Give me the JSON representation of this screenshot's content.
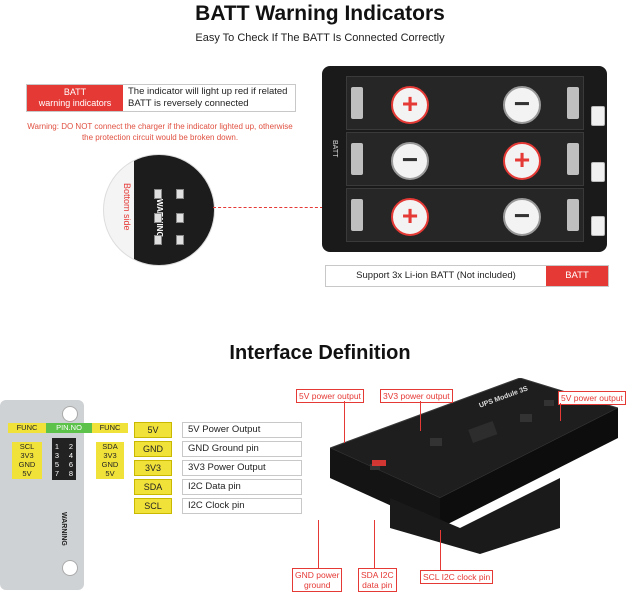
{
  "section1": {
    "title": "BATT Warning Indicators",
    "subtitle": "Easy To Check If The BATT Is Connected Correctly",
    "warning_box": {
      "label": "BATT\nwarning indicators",
      "text": "The indicator will light up red if related BATT is reversely connected"
    },
    "warning_note": "Warning: DO NOT connect the charger if the indicator lighted up, otherwise the protection circuit would be broken down.",
    "zoom_labels": {
      "side": "Bottom side",
      "warning": "WARNING"
    },
    "board_silk": {
      "batt_label": "BATT"
    },
    "support_bar": {
      "text": "Support 3x  Li-ion BATT (Not included)",
      "tag": "BATT"
    }
  },
  "section2": {
    "title": "Interface Definition",
    "header_pins": {
      "func_left": "FUNC",
      "pin_no": "PIN.NO",
      "func_right": "FUNC",
      "rows": [
        {
          "left": "SCL",
          "a": "1",
          "b": "2",
          "right": "SDA"
        },
        {
          "left": "3V3",
          "a": "3",
          "b": "4",
          "right": "3V3"
        },
        {
          "left": "GND",
          "a": "5",
          "b": "6",
          "right": "GND"
        },
        {
          "left": "5V",
          "a": "7",
          "b": "8",
          "right": "5V"
        }
      ],
      "board_warning": "WARNING"
    },
    "pin_table": [
      {
        "name": "5V",
        "desc": "5V Power Output"
      },
      {
        "name": "GND",
        "desc": "GND Ground pin"
      },
      {
        "name": "3V3",
        "desc": "3V3 Power Output"
      },
      {
        "name": "SDA",
        "desc": "I2C Data pin"
      },
      {
        "name": "SCL",
        "desc": "I2C Clock pin"
      }
    ],
    "ups_board_label": "UPS Module 3S",
    "callouts": {
      "v5_left": "5V power output",
      "v33": "3V3 power output",
      "v5_right": "5V power output",
      "gnd": "GND power\nground",
      "sda": "SDA I2C\ndata pin",
      "scl": "SCL I2C clock pin"
    }
  },
  "colors": {
    "accent_red": "#e53935",
    "pin_yellow": "#f1e23a",
    "pin_green": "#5dc24a",
    "pcb": "#1a1a1a"
  }
}
